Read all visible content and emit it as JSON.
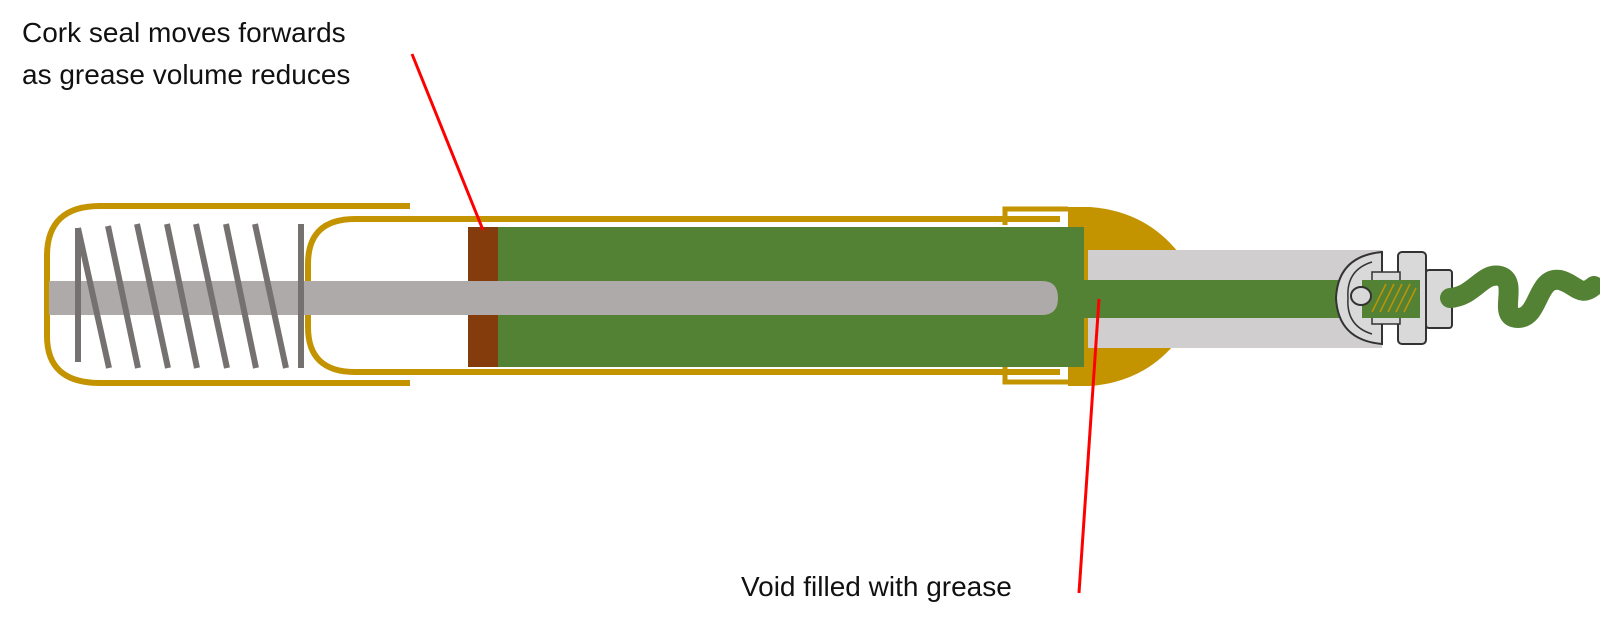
{
  "annotations": {
    "cork_seal": {
      "line1": "Cork seal moves forwards",
      "line2": "as grease volume reduces"
    },
    "void": {
      "text": "Void filled with grease"
    }
  },
  "colors": {
    "brass": "#C39400",
    "grease": "#548235",
    "cork": "#843C0C",
    "rod": "#AEAAAA",
    "spring": "#767171",
    "leader_line": "#FF0000",
    "fitting": "#D9D9D9",
    "text": "#111111"
  },
  "icons": {
    "spring": "compression-spring-icon",
    "fitting": "cable-gland-icon"
  }
}
